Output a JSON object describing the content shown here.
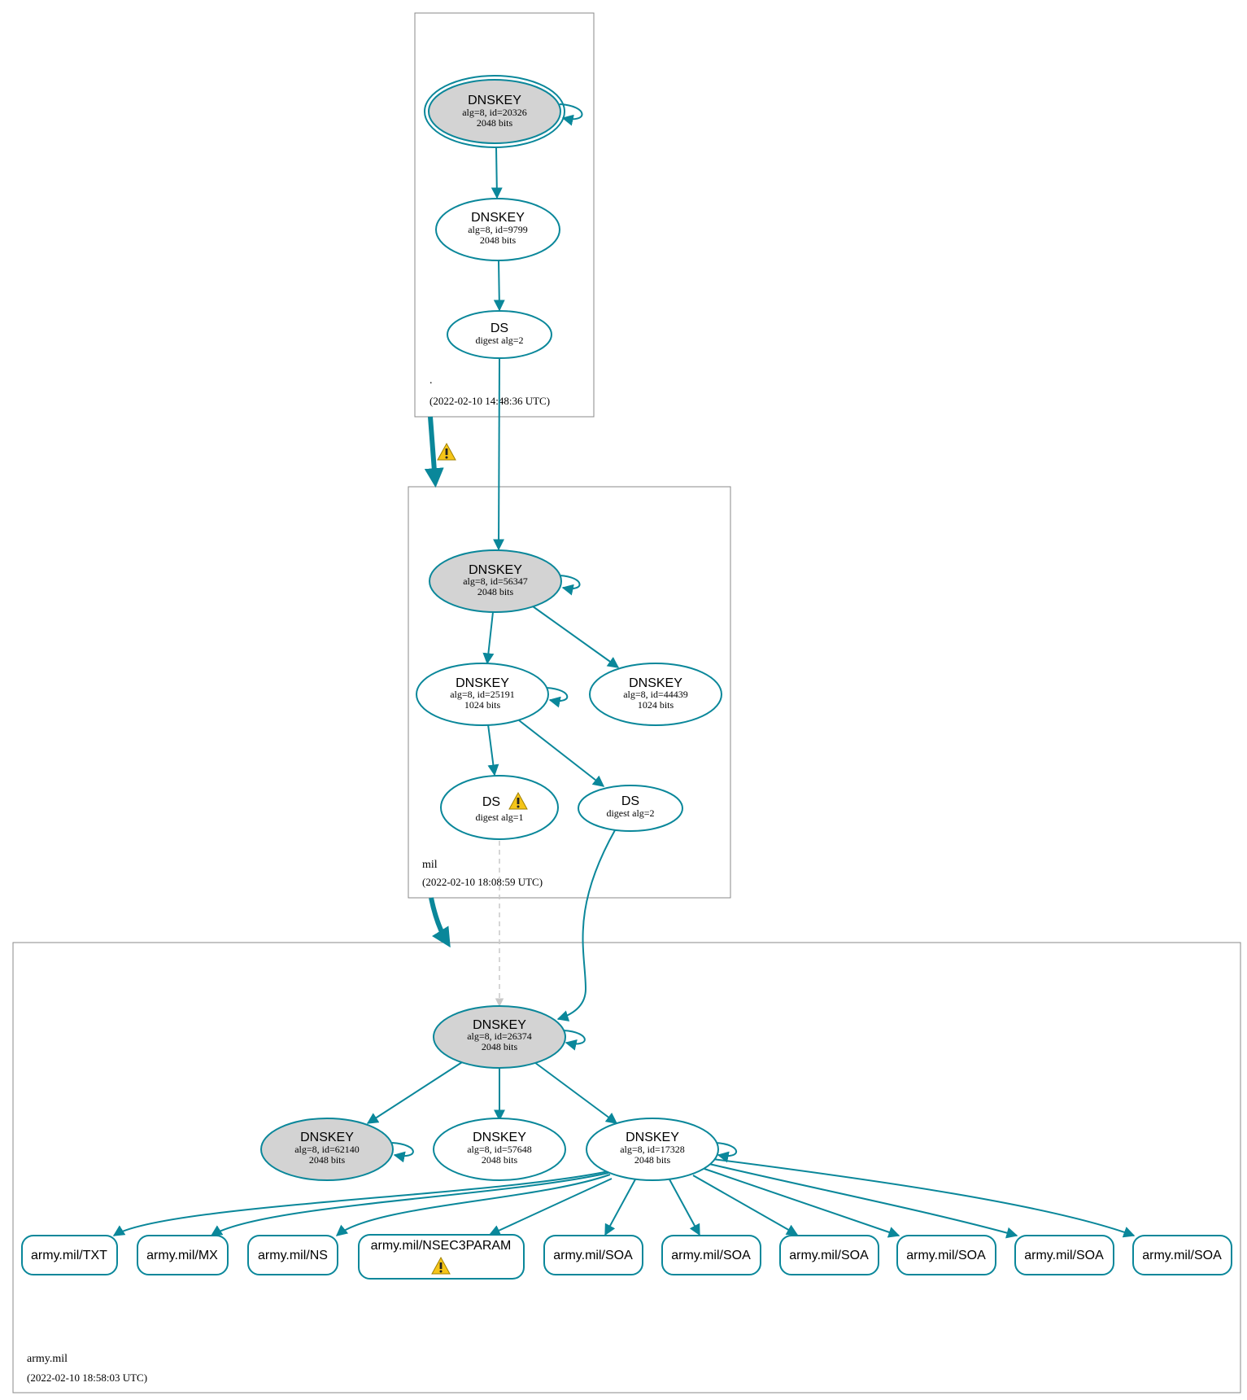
{
  "zones": {
    "root": {
      "name": ".",
      "timestamp": "(2022-02-10 14:48:36 UTC)"
    },
    "mil": {
      "name": "mil",
      "timestamp": "(2022-02-10 18:08:59 UTC)"
    },
    "army": {
      "name": "army.mil",
      "timestamp": "(2022-02-10 18:58:03 UTC)"
    }
  },
  "nodes": {
    "root_ksk": {
      "title": "DNSKEY",
      "line1": "alg=8, id=20326",
      "line2": "2048 bits"
    },
    "root_zsk": {
      "title": "DNSKEY",
      "line1": "alg=8, id=9799",
      "line2": "2048 bits"
    },
    "root_ds": {
      "title": "DS",
      "line1": "digest alg=2"
    },
    "mil_ksk": {
      "title": "DNSKEY",
      "line1": "alg=8, id=56347",
      "line2": "2048 bits"
    },
    "mil_zsk1": {
      "title": "DNSKEY",
      "line1": "alg=8, id=25191",
      "line2": "1024 bits"
    },
    "mil_zsk2": {
      "title": "DNSKEY",
      "line1": "alg=8, id=44439",
      "line2": "1024 bits"
    },
    "mil_ds1": {
      "title": "DS",
      "line1": "digest alg=1"
    },
    "mil_ds2": {
      "title": "DS",
      "line1": "digest alg=2"
    },
    "army_ksk": {
      "title": "DNSKEY",
      "line1": "alg=8, id=26374",
      "line2": "2048 bits"
    },
    "army_k1": {
      "title": "DNSKEY",
      "line1": "alg=8, id=62140",
      "line2": "2048 bits"
    },
    "army_k2": {
      "title": "DNSKEY",
      "line1": "alg=8, id=57648",
      "line2": "2048 bits"
    },
    "army_k3": {
      "title": "DNSKEY",
      "line1": "alg=8, id=17328",
      "line2": "2048 bits"
    }
  },
  "records": [
    "army.mil/TXT",
    "army.mil/MX",
    "army.mil/NS",
    "army.mil/NSEC3PARAM",
    "army.mil/SOA",
    "army.mil/SOA",
    "army.mil/SOA",
    "army.mil/SOA",
    "army.mil/SOA",
    "army.mil/SOA"
  ],
  "colors": {
    "edge": "#0a879a",
    "zone_border": "#888888",
    "ksk_fill": "#d3d3d3",
    "node_fill": "#ffffff",
    "dashed": "#c8c8c8",
    "warning": "#f5c518"
  },
  "icons": {
    "warning": "warning-icon"
  }
}
